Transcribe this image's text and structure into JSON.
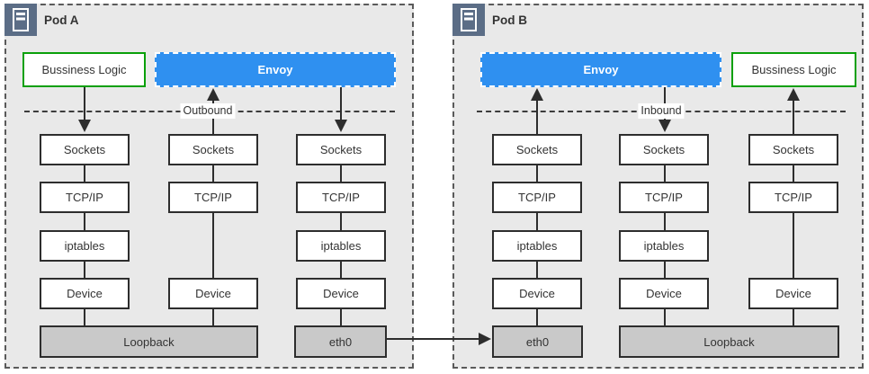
{
  "pods": [
    {
      "name": "Pod A",
      "icon": "server-icon",
      "flow_label": "Outbound",
      "apps": {
        "business": "Bussiness Logic",
        "envoy": "Envoy"
      },
      "columns": [
        [
          "Sockets",
          "TCP/IP",
          "iptables",
          "Device"
        ],
        [
          "Sockets",
          "TCP/IP",
          "Device"
        ],
        [
          "Sockets",
          "TCP/IP",
          "iptables",
          "Device"
        ]
      ],
      "nics": [
        "Loopback",
        "eth0"
      ]
    },
    {
      "name": "Pod B",
      "icon": "server-icon",
      "flow_label": "Inbound",
      "apps": {
        "envoy": "Envoy",
        "business": "Bussiness Logic"
      },
      "columns": [
        [
          "Sockets",
          "TCP/IP",
          "iptables",
          "Device"
        ],
        [
          "Sockets",
          "TCP/IP",
          "iptables",
          "Device"
        ],
        [
          "Sockets",
          "TCP/IP",
          "Device"
        ]
      ],
      "nics": [
        "eth0",
        "Loopback"
      ]
    }
  ],
  "inter_pod_arrow": {
    "from": "eth0",
    "to": "eth0"
  },
  "colors": {
    "pod_background": "#e9e9e9",
    "pod_border": "#5a5a5a",
    "envoy_blue": "#2f90f0",
    "business_green": "#0aa00a",
    "nic_gray": "#c9c9c9",
    "line_dark": "#2d2d2d",
    "pod_icon_slate": "#5b6d86"
  }
}
